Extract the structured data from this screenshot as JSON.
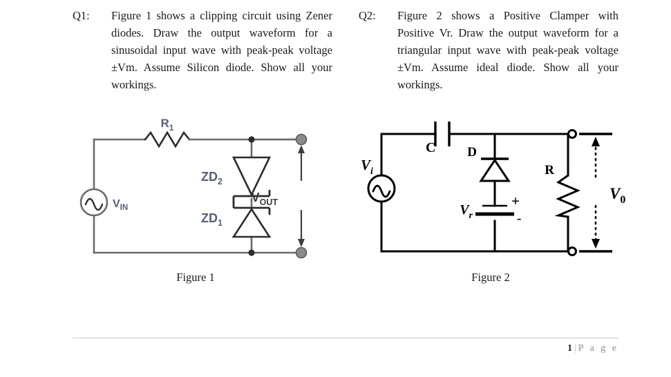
{
  "document": {
    "page_footer": {
      "page_number": "1",
      "separator": "|",
      "label": "P a g e"
    }
  },
  "questions": [
    {
      "tag": "Q1:",
      "text": "Figure 1 shows a clipping circuit using Zener diodes. Draw the output waveform for a sinusoidal input wave with peak-peak voltage ±Vm. Assume Silicon diode. Show all your workings."
    },
    {
      "tag": "Q2:",
      "text": "Figure 2 shows a Positive Clamper with Positive Vr. Draw the output waveform for a triangular input wave with peak-peak voltage ±Vm. Assume ideal diode. Show all your workings."
    }
  ],
  "figure1": {
    "caption": "Figure 1",
    "labels": {
      "resistor": "R",
      "resistor_sub": "1",
      "source": "V",
      "source_sub": "IN",
      "zener_top": "ZD",
      "zener_top_sub": "2",
      "zener_bottom": "ZD",
      "zener_bottom_sub": "1",
      "output": "V",
      "output_sub": "OUT"
    },
    "colors": {
      "wire": "#6b6b6b",
      "component": "#2b2b2b",
      "label": "#555f73",
      "terminal": "#8a8a8a",
      "output_label": "#3d3d3d"
    }
  },
  "figure2": {
    "caption": "Figure 2",
    "labels": {
      "source": "V",
      "source_sub": "i",
      "capacitor": "C",
      "diode": "D",
      "resistor": "R",
      "battery": "V",
      "battery_sub": "r",
      "battery_plus": "+",
      "battery_minus": "-",
      "output": "V",
      "output_sub": "0"
    },
    "colors": {
      "wire": "#000000",
      "label": "#000000"
    }
  }
}
